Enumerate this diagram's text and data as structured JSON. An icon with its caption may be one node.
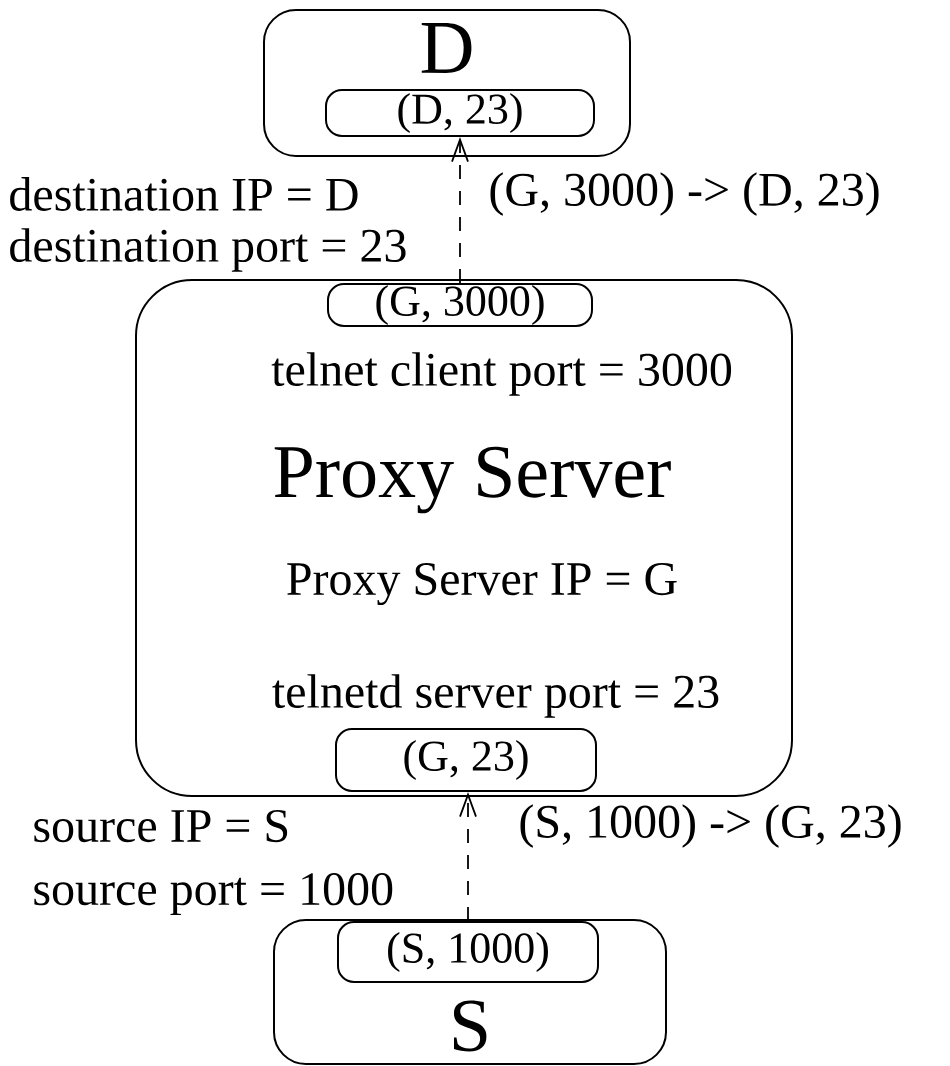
{
  "diagram": {
    "nodes": [
      {
        "text": [
          "D"
        ]
      },
      {
        "text": [
          "(D, 23)"
        ],
        "in": 0
      },
      {
        "text": [
          "telnet client port = 3000",
          "Proxy Server",
          "Proxy Server IP = G",
          "telnetd server port = 23"
        ]
      },
      {
        "text": [
          "(G, 3000)"
        ],
        "in": 2
      },
      {
        "text": [
          "(G, 23)"
        ],
        "in": 2
      },
      {
        "text": [
          "S"
        ]
      },
      {
        "text": [
          "(S, 1000)"
        ],
        "in": 5
      }
    ],
    "edges": [
      {
        "from": 3,
        "to": 1,
        "arrow": "to",
        "style": "dashed",
        "label": "(G, 3000) -> (D, 23)"
      },
      {
        "from": 6,
        "to": 4,
        "arrow": "to",
        "style": "dashed",
        "label": "(S, 1000) -> (G, 23)"
      }
    ],
    "labels": [
      "destination IP = D",
      "destination port = 23",
      "source IP = S",
      "source port = 1000"
    ]
  }
}
